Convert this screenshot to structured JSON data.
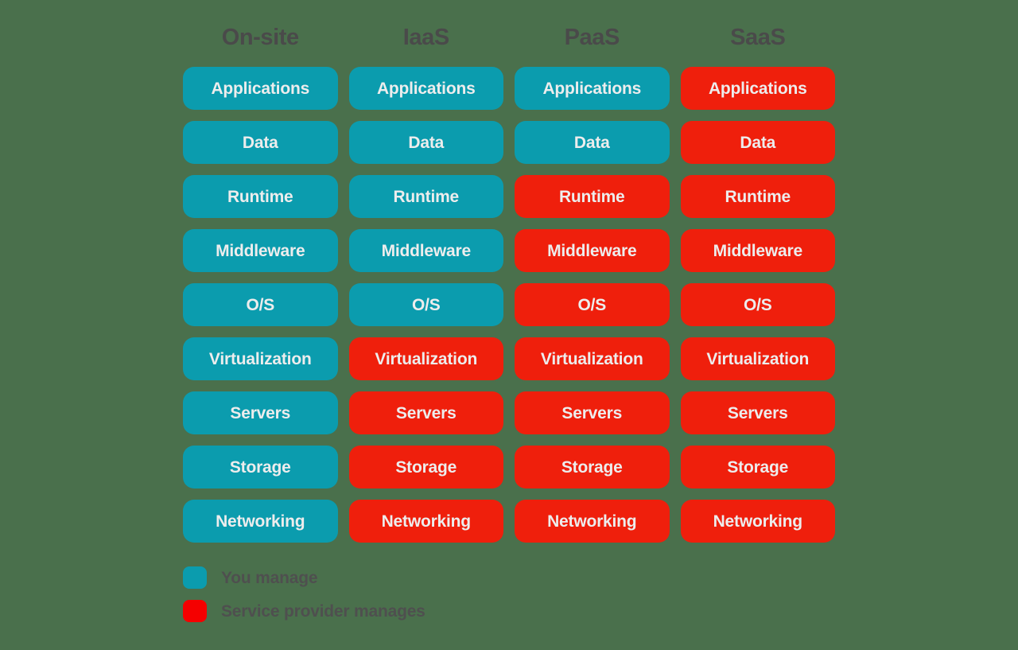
{
  "background_color": "#4a704c",
  "colors": {
    "you_manage": "#0b9cae",
    "provider_manages": "#ef1f0c",
    "legend_provider_swatch": "#f50000",
    "header_text": "#4a4a4a",
    "pill_text": "#ededed",
    "legend_text": "#4f4f4f"
  },
  "columns": [
    {
      "label": "On-site"
    },
    {
      "label": "IaaS"
    },
    {
      "label": "PaaS"
    },
    {
      "label": "SaaS"
    }
  ],
  "layers": [
    {
      "label": "Applications",
      "cells": [
        {
          "label": "Applications",
          "owner": "you"
        },
        {
          "label": "Applications",
          "owner": "you"
        },
        {
          "label": "Applications",
          "owner": "you"
        },
        {
          "label": "Applications",
          "owner": "provider"
        }
      ]
    },
    {
      "label": "Data",
      "cells": [
        {
          "label": "Data",
          "owner": "you"
        },
        {
          "label": "Data",
          "owner": "you"
        },
        {
          "label": "Data",
          "owner": "you"
        },
        {
          "label": "Data",
          "owner": "provider"
        }
      ]
    },
    {
      "label": "Runtime",
      "cells": [
        {
          "label": "Runtime",
          "owner": "you"
        },
        {
          "label": "Runtime",
          "owner": "you"
        },
        {
          "label": "Runtime",
          "owner": "provider"
        },
        {
          "label": "Runtime",
          "owner": "provider"
        }
      ]
    },
    {
      "label": "Middleware",
      "cells": [
        {
          "label": "Middleware",
          "owner": "you"
        },
        {
          "label": "Middleware",
          "owner": "you"
        },
        {
          "label": "Middleware",
          "owner": "provider"
        },
        {
          "label": "Middleware",
          "owner": "provider"
        }
      ]
    },
    {
      "label": "O/S",
      "cells": [
        {
          "label": "O/S",
          "owner": "you"
        },
        {
          "label": "O/S",
          "owner": "you"
        },
        {
          "label": "O/S",
          "owner": "provider"
        },
        {
          "label": "O/S",
          "owner": "provider"
        }
      ]
    },
    {
      "label": "Virtualization",
      "cells": [
        {
          "label": "Virtualization",
          "owner": "you"
        },
        {
          "label": "Virtualization",
          "owner": "provider"
        },
        {
          "label": "Virtualization",
          "owner": "provider"
        },
        {
          "label": "Virtualization",
          "owner": "provider"
        }
      ]
    },
    {
      "label": "Servers",
      "cells": [
        {
          "label": "Servers",
          "owner": "you"
        },
        {
          "label": "Servers",
          "owner": "provider"
        },
        {
          "label": "Servers",
          "owner": "provider"
        },
        {
          "label": "Servers",
          "owner": "provider"
        }
      ]
    },
    {
      "label": "Storage",
      "cells": [
        {
          "label": "Storage",
          "owner": "you"
        },
        {
          "label": "Storage",
          "owner": "provider"
        },
        {
          "label": "Storage",
          "owner": "provider"
        },
        {
          "label": "Storage",
          "owner": "provider"
        }
      ]
    },
    {
      "label": "Networking",
      "cells": [
        {
          "label": "Networking",
          "owner": "you"
        },
        {
          "label": "Networking",
          "owner": "provider"
        },
        {
          "label": "Networking",
          "owner": "provider"
        },
        {
          "label": "Networking",
          "owner": "provider"
        }
      ]
    }
  ],
  "legend": [
    {
      "label": "You manage",
      "owner": "you"
    },
    {
      "label": "Service provider manages",
      "owner": "provider"
    }
  ]
}
